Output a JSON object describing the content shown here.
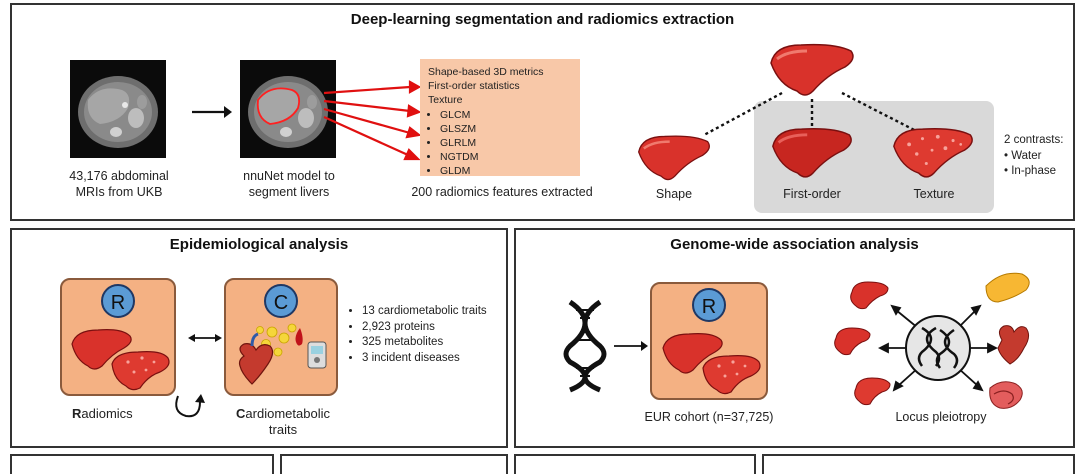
{
  "top_panel": {
    "title": "Deep-learning segmentation and radiomics extraction",
    "mri_caption": "43,176 abdominal MRIs from UKB",
    "model_caption": "nnuNet model to segment livers",
    "features_box": {
      "line1": "Shape-based 3D metrics",
      "line2": "First-order statistics",
      "line3": "Texture",
      "items": [
        "GLCM",
        "GLSZM",
        "GLRLM",
        "NGTDM",
        "GLDM"
      ]
    },
    "features_caption": "200 radiomics features extracted",
    "liver_labels": {
      "shape": "Shape",
      "first_order": "First-order",
      "texture": "Texture"
    },
    "contrasts_title": "2 contrasts:",
    "contrasts": [
      "Water",
      "In-phase"
    ]
  },
  "epi_panel": {
    "title": "Epidemiological analysis",
    "badge_r": "R",
    "badge_c": "C",
    "radiomics_initial": "R",
    "radiomics_rest": "adiomics",
    "cardio_initial": "C",
    "cardio_rest": "ardiometabolic",
    "cardio_line2": "traits",
    "traits": [
      "13 cardiometabolic traits",
      "2,923 proteins",
      "325 metabolites",
      "3 incident diseases"
    ]
  },
  "gwas_panel": {
    "title": "Genome-wide association analysis",
    "badge_r": "R",
    "cohort_caption": "EUR cohort (n=37,725)",
    "pleiotropy_caption": "Locus pleiotropy"
  },
  "colors": {
    "liver": "#d9322b",
    "orange_card": "#f4b183",
    "badge_blue": "#5b9bd5",
    "feature_box": "#f8c8a8",
    "arrow_red": "#e01010"
  }
}
